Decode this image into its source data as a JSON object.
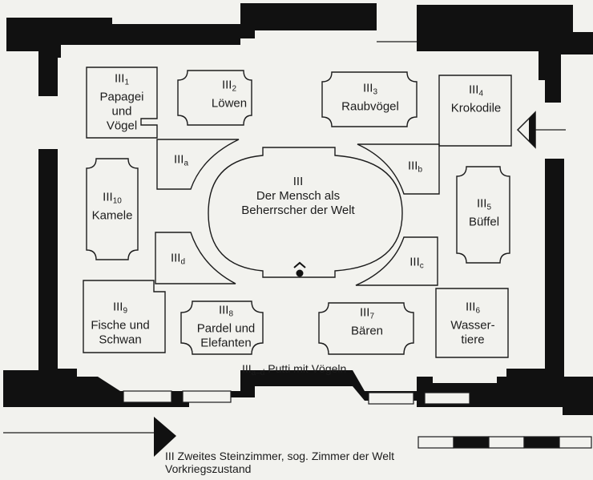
{
  "colors": {
    "wall": "#111111",
    "background": "#f2f2ee",
    "line": "#1c1c1c"
  },
  "rooms": {
    "r1": {
      "num": "III",
      "sub": "1",
      "lines": [
        "Papagei",
        "und",
        "Vögel"
      ]
    },
    "r2": {
      "num": "III",
      "sub": "2",
      "lines": [
        "Löwen"
      ]
    },
    "r3": {
      "num": "III",
      "sub": "3",
      "lines": [
        "Raubvögel"
      ]
    },
    "r4": {
      "num": "III",
      "sub": "4",
      "lines": [
        "Krokodile"
      ]
    },
    "r5": {
      "num": "III",
      "sub": "5",
      "lines": [
        "Büffel"
      ]
    },
    "r6": {
      "num": "III",
      "sub": "6",
      "lines": [
        "Wasser-",
        "tiere"
      ]
    },
    "r7": {
      "num": "III",
      "sub": "7",
      "lines": [
        "Bären"
      ]
    },
    "r8": {
      "num": "III",
      "sub": "8",
      "lines": [
        "Pardel und",
        "Elefanten"
      ]
    },
    "r9": {
      "num": "III",
      "sub": "9",
      "lines": [
        "Fische und",
        "Schwan"
      ]
    },
    "r10": {
      "num": "III",
      "sub": "10",
      "lines": [
        "Kamele"
      ]
    },
    "center": {
      "num": "III",
      "sub": "",
      "lines": [
        "Der Mensch als",
        "Beherrscher der Welt"
      ]
    },
    "ra": {
      "num": "III",
      "sub": "a",
      "lines": []
    },
    "rb": {
      "num": "III",
      "sub": "b",
      "lines": []
    },
    "rc": {
      "num": "III",
      "sub": "c",
      "lines": []
    },
    "rd": {
      "num": "III",
      "sub": "d",
      "lines": []
    }
  },
  "legend": {
    "num": "III",
    "sub": "a–d",
    "text": "Putti mit Vögeln"
  },
  "caption": {
    "line1": "III Zweites Steinzimmer, sog. Zimmer der Welt",
    "line2": "Vorkriegszustand"
  },
  "icons": [
    "entrance-arrow-icon",
    "direction-arrow-icon",
    "fountain-marker-icon",
    "scale-bar-icon"
  ]
}
